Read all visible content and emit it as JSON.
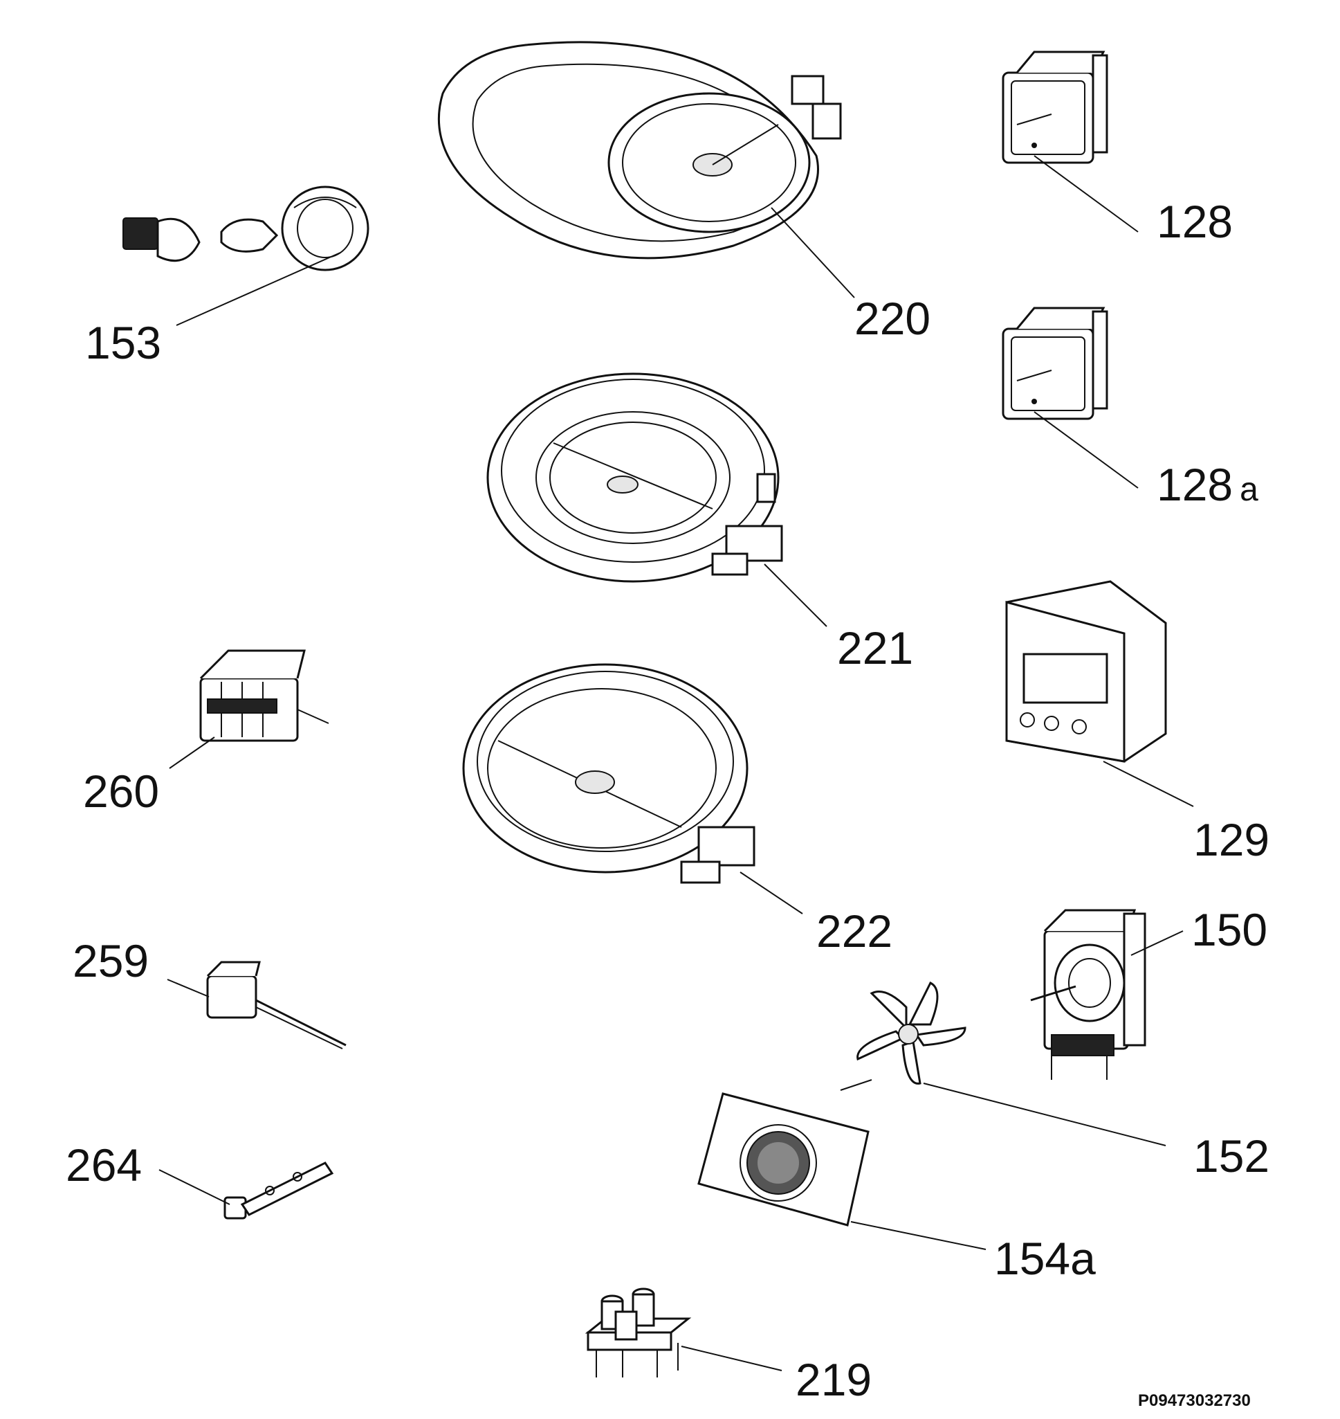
{
  "labels": {
    "p153": "153",
    "p220": "220",
    "p128": "128",
    "p128a": "128",
    "p128a_suffix": "a",
    "p221": "221",
    "p129": "129",
    "p260": "260",
    "p222": "222",
    "p150": "150",
    "p259": "259",
    "p152": "152",
    "p264": "264",
    "p154a": "154a",
    "p219": "219"
  },
  "document_id": "P09473032730"
}
